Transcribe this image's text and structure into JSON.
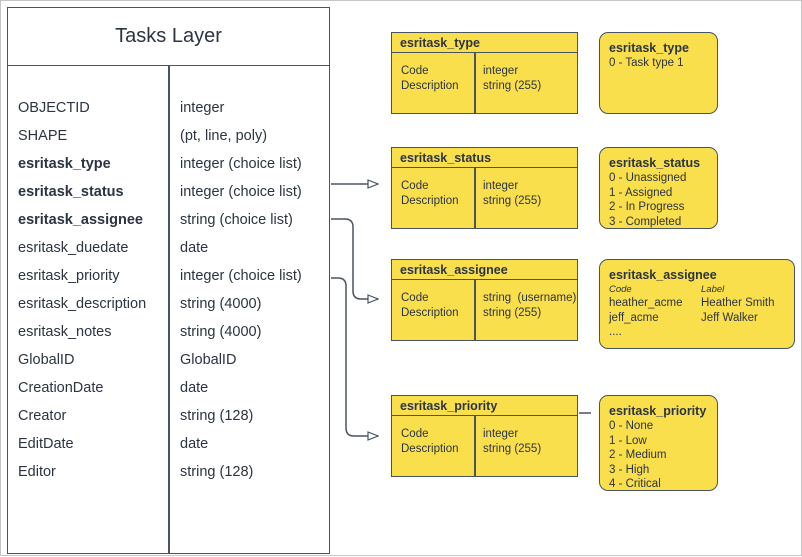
{
  "diagram": {
    "title": "Tasks Layer",
    "line_color": "#4a5361",
    "box_fill": "#fadf4c",
    "canvas_bg": "#ffffff"
  },
  "tasks_layer": {
    "title": "Tasks Layer",
    "fields": [
      {
        "name": "OBJECTID",
        "type": "integer",
        "bold": false
      },
      {
        "name": "SHAPE",
        "type": "(pt, line, poly)",
        "bold": false
      },
      {
        "name": "esritask_type",
        "type": "integer (choice list)",
        "bold": true
      },
      {
        "name": "esritask_status",
        "type": "integer (choice list)",
        "bold": true
      },
      {
        "name": "esritask_assignee",
        "type": "string (choice list)",
        "bold": true
      },
      {
        "name": "esritask_duedate",
        "type": "date",
        "bold": false
      },
      {
        "name": "esritask_priority",
        "type": "integer (choice list)",
        "bold": false
      },
      {
        "name": "esritask_description",
        "type": "string (4000)",
        "bold": false
      },
      {
        "name": "esritask_notes",
        "type": "string (4000)",
        "bold": false
      },
      {
        "name": "GlobalID",
        "type": "GlobalID",
        "bold": false
      },
      {
        "name": "CreationDate",
        "type": "date",
        "bold": false
      },
      {
        "name": "Creator",
        "type": "string (128)",
        "bold": false
      },
      {
        "name": "EditDate",
        "type": "date",
        "bold": false
      },
      {
        "name": "Editor",
        "type": "string (128)",
        "bold": false
      }
    ]
  },
  "domains": [
    {
      "key": "type",
      "header": "esritask_type",
      "left_col": "Code\nDescription",
      "right_col": "integer\nstring (255)"
    },
    {
      "key": "status",
      "header": "esritask_status",
      "left_col": "Code\nDescription",
      "right_col": "integer\nstring (255)"
    },
    {
      "key": "assignee",
      "header": "esritask_assignee",
      "left_col": "Code\nDescription",
      "right_col": "string  (username)\nstring (255)"
    },
    {
      "key": "priority",
      "header": "esritask_priority",
      "left_col": "Code\nDescription",
      "right_col": "integer\nstring (255)"
    }
  ],
  "value_lists": {
    "type": {
      "title": "esritask_type",
      "values": [
        "0 - Task type 1"
      ]
    },
    "status": {
      "title": "esritask_status",
      "values": [
        "0 - Unassigned",
        "1 - Assigned",
        "2 - In Progress",
        "3 - Completed"
      ]
    },
    "assignee": {
      "title": "esritask_assignee",
      "col_headers": [
        "Code",
        "Label"
      ],
      "rows": [
        [
          "heather_acme",
          "Heather Smith"
        ],
        [
          "jeff_acme",
          "Jeff Walker"
        ]
      ],
      "ellipsis": "...."
    },
    "priority": {
      "title": "esritask_priority",
      "values": [
        "0 - None",
        "1 - Low",
        "2 - Medium",
        "3 - High",
        "4 - Critical"
      ]
    }
  }
}
